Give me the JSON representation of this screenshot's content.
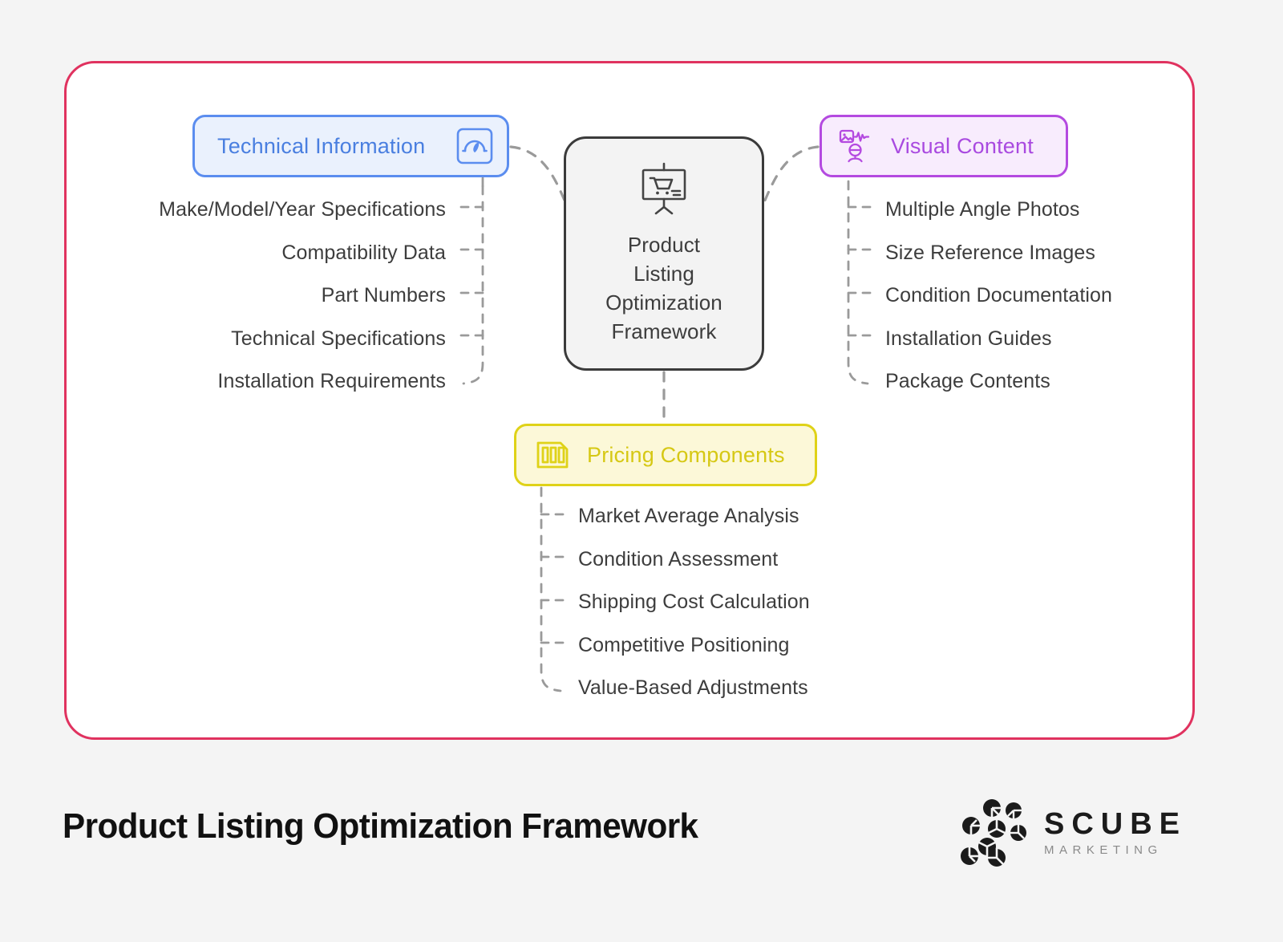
{
  "card": {
    "border_color": "#e0325f",
    "background": "#ffffff"
  },
  "page": {
    "background": "#f4f4f4"
  },
  "center": {
    "icon": "presentation-cart-icon",
    "lines": [
      "Product",
      "Listing",
      "Optimization",
      "Framework"
    ],
    "line1": "Product",
    "line2": "Listing",
    "line3": "Optimization",
    "line4": "Framework",
    "border_color": "#3b3b3b",
    "background": "#f3f3f3"
  },
  "branches": {
    "technical": {
      "label": "Technical Information",
      "icon": "gauge-icon",
      "color": "#4a7fe0",
      "background": "#eaf1fd",
      "items": [
        "Make/Model/Year Specifications",
        "Compatibility Data",
        "Part Numbers",
        "Technical Specifications",
        "Installation Requirements"
      ]
    },
    "visual": {
      "label": "Visual Content",
      "icon": "image-waveform-person-icon",
      "color": "#a94ae0",
      "background": "#f8ecfd",
      "items": [
        "Multiple Angle Photos",
        "Size Reference Images",
        "Condition Documentation",
        "Installation Guides",
        "Package Contents"
      ]
    },
    "pricing": {
      "label": "Pricing Components",
      "icon": "bar-chart-document-icon",
      "color": "#d6c814",
      "background": "#fcf8d8",
      "items": [
        "Market Average Analysis",
        "Condition Assessment",
        "Shipping Cost Calculation",
        "Competitive Positioning",
        "Value-Based Adjustments"
      ]
    }
  },
  "footer": {
    "title": "Product Listing Optimization Framework",
    "brand_name": "SCUBE",
    "brand_sub": "MARKETING",
    "brand_logo": "scube-pie-cluster-logo"
  }
}
